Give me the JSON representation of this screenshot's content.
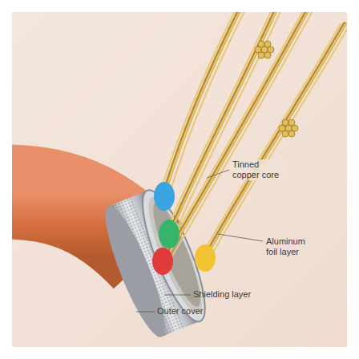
{
  "diagram": {
    "labels": [
      "Tinned copper core",
      "Aluminum foil layer",
      "Shielding layer",
      "Outer cover"
    ]
  }
}
